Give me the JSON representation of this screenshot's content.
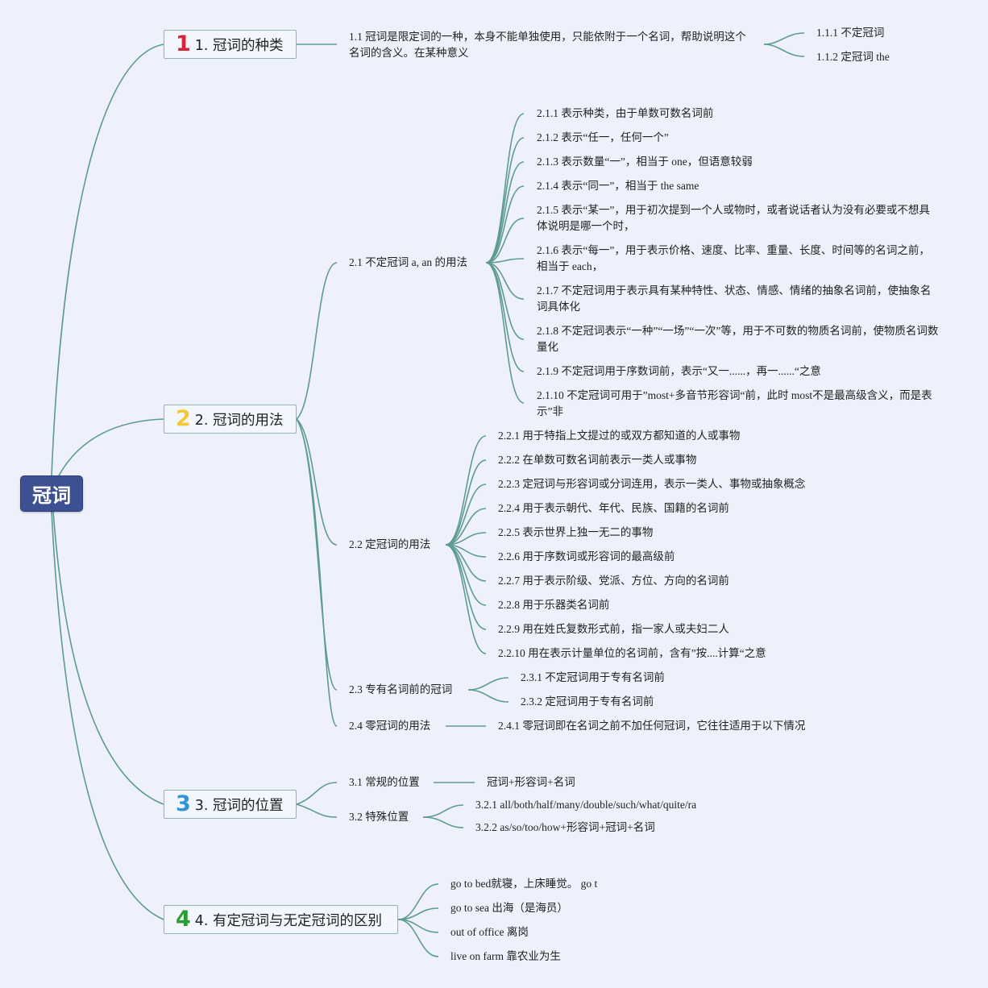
{
  "root": {
    "label": "冠词"
  },
  "branches": [
    {
      "badge": "1",
      "badge_color": "#d8243a",
      "label": "1. 冠词的种类"
    },
    {
      "badge": "2",
      "badge_color": "#f3c836",
      "label": "2. 冠词的用法"
    },
    {
      "badge": "3",
      "badge_color": "#2e96d6",
      "label": "3. 冠词的位置"
    },
    {
      "badge": "4",
      "badge_color": "#2a9c32",
      "label": "4. 有定冠词与无定冠词的区别"
    }
  ],
  "b1": {
    "desc": "1.1 冠词是限定词的一种，本身不能单独使用，只能依附于一个名词，帮助说明这个名词的含义。在某种意义",
    "children": [
      "1.1.1 不定冠词",
      "1.1.2 定冠词 the"
    ]
  },
  "b2": {
    "s1": {
      "label": "2.1 不定冠词 a, an 的用法",
      "items": [
        "2.1.1 表示种类，由于单数可数名词前",
        "2.1.2 表示“任一，任何一个”",
        "2.1.3 表示数量“一”，相当于 one，但语意较弱",
        "2.1.4 表示“同一”，相当于 the same",
        "2.1.5 表示“某一”，用于初次提到一个人或物时，或者说话者认为没有必要或不想具体说明是哪一个时，",
        "2.1.6 表示“每一”，用于表示价格、速度、比率、重量、长度、时间等的名词之前，相当于 each，",
        "2.1.7 不定冠词用于表示具有某种特性、状态、情感、情绪的抽象名词前，使抽象名词具体化",
        "2.1.8 不定冠词表示“一种”“一场”“一次”等，用于不可数的物质名词前，使物质名词数量化",
        "2.1.9 不定冠词用于序数词前，表示“又一......，再一......“之意",
        "2.1.10 不定冠词可用于”most+多音节形容词“前，此时 most不是最高级含义，而是表示”非"
      ]
    },
    "s2": {
      "label": "2.2 定冠词的用法",
      "items": [
        "2.2.1 用于特指上文提过的或双方都知道的人或事物",
        "2.2.2 在单数可数名词前表示一类人或事物",
        "2.2.3 定冠词与形容词或分词连用，表示一类人、事物或抽象概念",
        "2.2.4 用于表示朝代、年代、民族、国籍的名词前",
        "2.2.5 表示世界上独一无二的事物",
        "2.2.6 用于序数词或形容词的最高级前",
        "2.2.7 用于表示阶级、党派、方位、方向的名词前",
        "2.2.8 用于乐器类名词前",
        "2.2.9 用在姓氏复数形式前，指一家人或夫妇二人",
        "2.2.10 用在表示计量单位的名词前，含有”按....计算“之意"
      ]
    },
    "s3": {
      "label": "2.3 专有名词前的冠词",
      "items": [
        "2.3.1 不定冠词用于专有名词前",
        "2.3.2 定冠词用于专有名词前"
      ]
    },
    "s4": {
      "label": "2.4 零冠词的用法",
      "items": [
        "2.4.1 零冠词即在名词之前不加任何冠词，它往往适用于以下情况"
      ]
    }
  },
  "b3": {
    "s1": {
      "label": "3.1 常规的位置",
      "items": [
        "冠词+形容词+名词"
      ]
    },
    "s2": {
      "label": "3.2 特殊位置",
      "items": [
        "3.2.1 all/both/half/many/double/such/what/quite/ra",
        "3.2.2 as/so/too/how+形容词+冠词+名词"
      ]
    }
  },
  "b4": {
    "items": [
      "go to bed就寝，上床睡觉。 go t",
      "go to sea 出海（是海员）",
      "out of office 离岗",
      "live on farm 靠农业为生"
    ]
  }
}
